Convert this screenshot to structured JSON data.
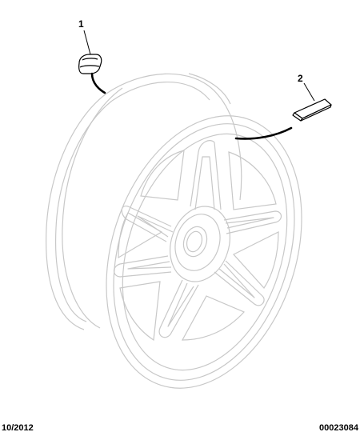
{
  "callouts": [
    {
      "number": "1",
      "part_icon": "valve-cap-icon"
    },
    {
      "number": "2",
      "part_icon": "balance-weight-icon"
    }
  ],
  "footer": {
    "date": "10/2012",
    "reference": "00023084"
  },
  "colors": {
    "wheel_line": "#c8c8c8",
    "leader_line": "#000000",
    "background": "#ffffff"
  }
}
